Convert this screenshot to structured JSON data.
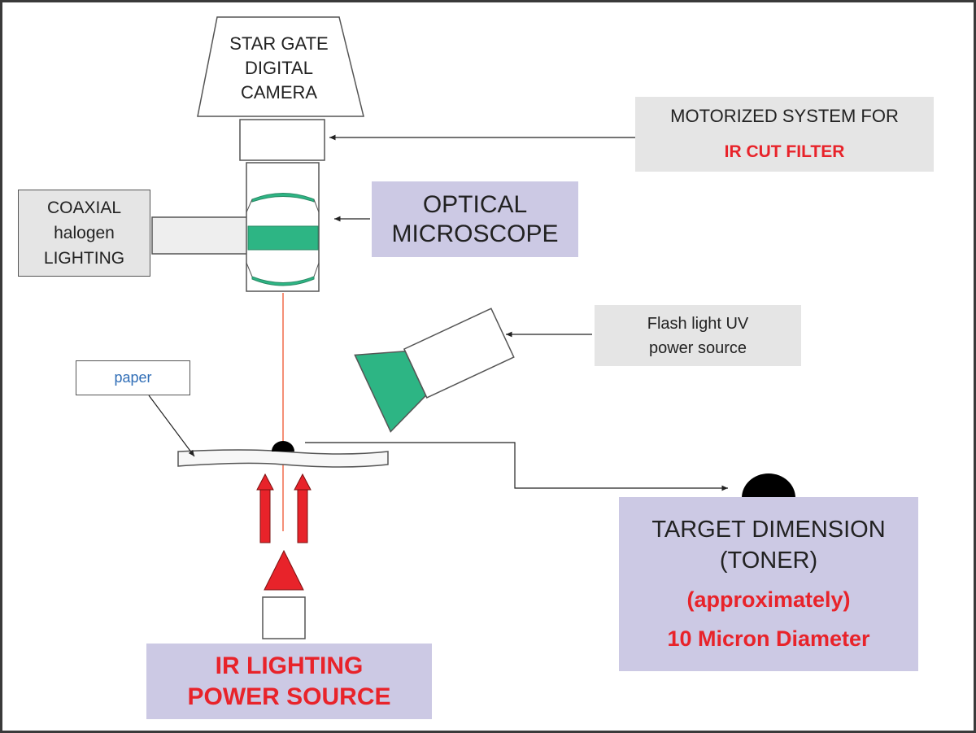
{
  "camera": {
    "lines": [
      "STAR GATE",
      "DIGITAL",
      "CAMERA"
    ]
  },
  "motorized": {
    "line1": "MOTORIZED SYSTEM FOR",
    "line2": "IR CUT FILTER"
  },
  "lighting": {
    "lines": [
      "COAXIAL",
      "halogen",
      "LIGHTING"
    ]
  },
  "microscope": {
    "lines": [
      "OPTICAL",
      "MICROSCOPE"
    ]
  },
  "uv": {
    "lines": [
      "Flash light UV",
      "power source"
    ]
  },
  "paper": {
    "label": "paper"
  },
  "target": {
    "lines": [
      "TARGET DIMENSION",
      "(TONER)"
    ],
    "note1": "(approximately)",
    "note2": "10 Micron Diameter"
  },
  "ir_source": {
    "lines": [
      "IR LIGHTING",
      "POWER SOURCE"
    ]
  },
  "colors": {
    "lavender": "#ccc9e4",
    "gray_box": "#e5e5e5",
    "green": "#2db584",
    "red": "#e8232a",
    "blue_text": "#2f6db6"
  }
}
